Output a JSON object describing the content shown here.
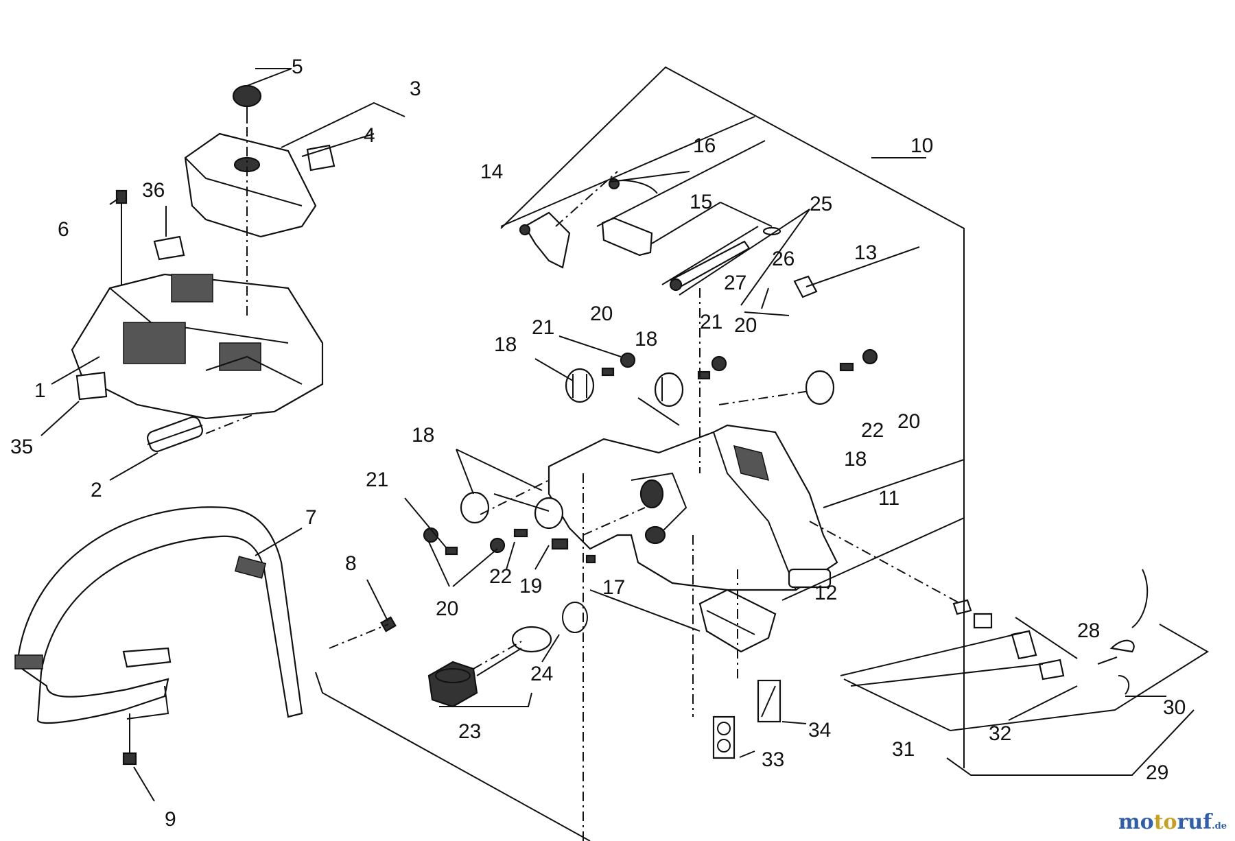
{
  "callouts": [
    {
      "id": "c1",
      "text": "1"
    },
    {
      "id": "c2",
      "text": "2"
    },
    {
      "id": "c3",
      "text": "3"
    },
    {
      "id": "c4",
      "text": "4"
    },
    {
      "id": "c5",
      "text": "5"
    },
    {
      "id": "c6",
      "text": "6"
    },
    {
      "id": "c7",
      "text": "7"
    },
    {
      "id": "c8",
      "text": "8"
    },
    {
      "id": "c9",
      "text": "9"
    },
    {
      "id": "c10",
      "text": "10"
    },
    {
      "id": "c11",
      "text": "11"
    },
    {
      "id": "c12",
      "text": "12"
    },
    {
      "id": "c13",
      "text": "13"
    },
    {
      "id": "c14",
      "text": "14"
    },
    {
      "id": "c15",
      "text": "15"
    },
    {
      "id": "c16",
      "text": "16"
    },
    {
      "id": "c17",
      "text": "17"
    },
    {
      "id": "c18a",
      "text": "18"
    },
    {
      "id": "c18b",
      "text": "18"
    },
    {
      "id": "c18c",
      "text": "18"
    },
    {
      "id": "c18d",
      "text": "18"
    },
    {
      "id": "c19",
      "text": "19"
    },
    {
      "id": "c20a",
      "text": "20"
    },
    {
      "id": "c20b",
      "text": "20"
    },
    {
      "id": "c20c",
      "text": "20"
    },
    {
      "id": "c20d",
      "text": "20"
    },
    {
      "id": "c21a",
      "text": "21"
    },
    {
      "id": "c21b",
      "text": "21"
    },
    {
      "id": "c21c",
      "text": "21"
    },
    {
      "id": "c22a",
      "text": "22"
    },
    {
      "id": "c22b",
      "text": "22"
    },
    {
      "id": "c23",
      "text": "23"
    },
    {
      "id": "c24",
      "text": "24"
    },
    {
      "id": "c25",
      "text": "25"
    },
    {
      "id": "c26",
      "text": "26"
    },
    {
      "id": "c27",
      "text": "27"
    },
    {
      "id": "c28",
      "text": "28"
    },
    {
      "id": "c29",
      "text": "29"
    },
    {
      "id": "c30",
      "text": "30"
    },
    {
      "id": "c31",
      "text": "31"
    },
    {
      "id": "c32",
      "text": "32"
    },
    {
      "id": "c33",
      "text": "33"
    },
    {
      "id": "c34",
      "text": "34"
    },
    {
      "id": "c35",
      "text": "35"
    },
    {
      "id": "c36",
      "text": "36"
    }
  ],
  "watermark": {
    "part1": "mo",
    "part2": "to",
    "part3": "ruf",
    "suffix": ".de"
  }
}
